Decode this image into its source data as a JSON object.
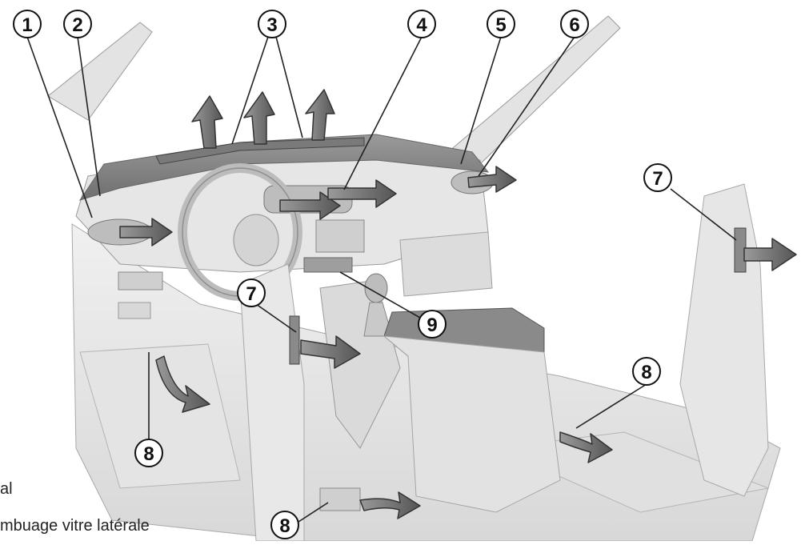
{
  "legend": {
    "line1": "al",
    "line2": "mbuage vitre latérale"
  },
  "callouts": [
    {
      "id": "callout-1",
      "number": "1"
    },
    {
      "id": "callout-2",
      "number": "2"
    },
    {
      "id": "callout-3",
      "number": "3"
    },
    {
      "id": "callout-4",
      "number": "4"
    },
    {
      "id": "callout-5",
      "number": "5"
    },
    {
      "id": "callout-6",
      "number": "6"
    },
    {
      "id": "callout-7-right",
      "number": "7"
    },
    {
      "id": "callout-7-center",
      "number": "7"
    },
    {
      "id": "callout-8-left",
      "number": "8"
    },
    {
      "id": "callout-8-right",
      "number": "8"
    },
    {
      "id": "callout-8-bottom",
      "number": "8"
    },
    {
      "id": "callout-9",
      "number": "9"
    }
  ],
  "colors": {
    "interior": "#e9e9e9",
    "interior_shadow": "#c9c9c9",
    "dash_top": "#8a8a8a",
    "arrow_fill": "#6e6e6e",
    "line": "#222222"
  }
}
